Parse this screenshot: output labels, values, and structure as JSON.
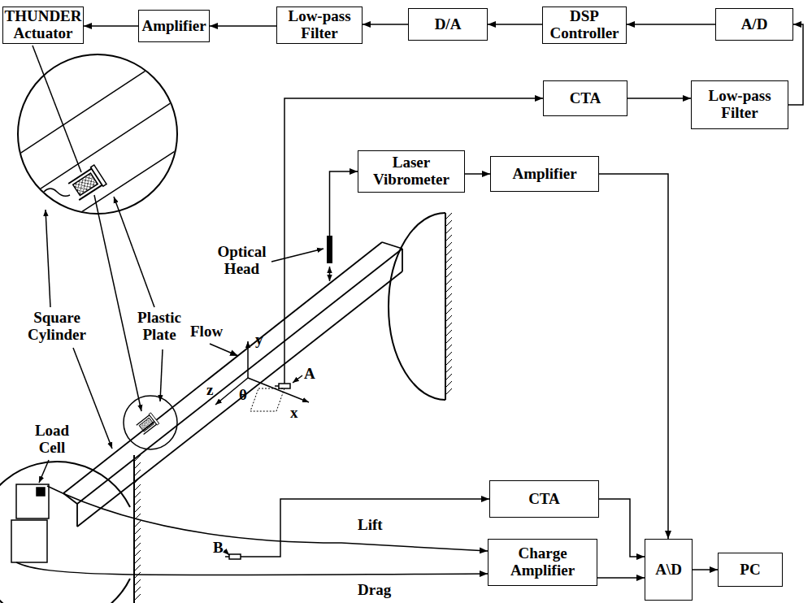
{
  "diagram": {
    "nodes": [
      {
        "text": [
          "THUNDER Actuator"
        ]
      },
      {
        "text": [
          "Amplifier"
        ]
      },
      {
        "text": [
          "Low-pass Filter"
        ]
      },
      {
        "text": [
          "D/A"
        ]
      },
      {
        "text": [
          "DSP Controller"
        ]
      },
      {
        "text": [
          "A/D"
        ]
      },
      {
        "text": [
          "CTA"
        ]
      },
      {
        "text": [
          "Low-pass Filter"
        ]
      },
      {
        "text": [
          "Laser Vibrometer"
        ]
      },
      {
        "text": [
          "Amplifier"
        ]
      },
      {
        "text": [
          "CTA"
        ]
      },
      {
        "text": [
          "Charge Amplifier"
        ]
      },
      {
        "text": [
          "A\\D"
        ]
      },
      {
        "text": [
          "PC"
        ]
      }
    ],
    "edges": [
      {
        "from": 5,
        "to": 4,
        "arrow": "to"
      },
      {
        "from": 4,
        "to": 3,
        "arrow": "to"
      },
      {
        "from": 3,
        "to": 2,
        "arrow": "to"
      },
      {
        "from": 2,
        "to": 1,
        "arrow": "to"
      },
      {
        "from": 1,
        "to": 0,
        "arrow": "to"
      },
      {
        "from": 6,
        "to": 7,
        "arrow": "to"
      },
      {
        "from": 7,
        "to": 5,
        "arrow": "to"
      },
      {
        "from": 8,
        "to": 9,
        "arrow": "to"
      },
      {
        "from": 9,
        "to": 12,
        "arrow": "to"
      },
      {
        "from": 10,
        "to": 12,
        "arrow": "to"
      },
      {
        "from": 11,
        "to": 12,
        "arrow": "to"
      },
      {
        "from": 12,
        "to": 13,
        "arrow": "to"
      }
    ],
    "labels": [
      "Optical Head",
      "Flow",
      "y",
      "A",
      "θ",
      "z",
      "x",
      "Square Cylinder",
      "Plastic Plate",
      "Load Cell",
      "B",
      "Lift",
      "Drag"
    ]
  }
}
